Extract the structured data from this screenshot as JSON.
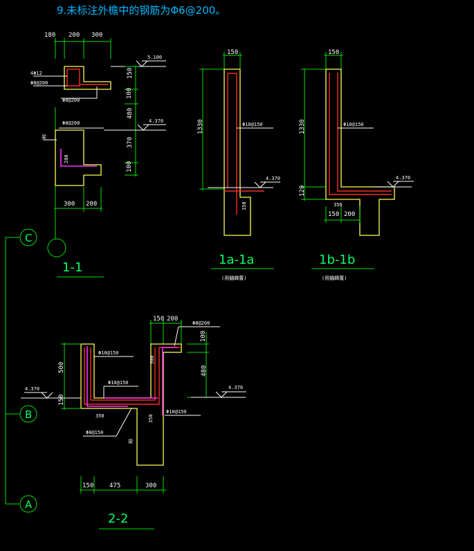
{
  "colors": {
    "background": "#000000",
    "outline": "#ffff55",
    "dimension": "#00e000",
    "rebar": "#ff2a2a",
    "stirrup": "#ff33ff",
    "note": "#00b7ff",
    "title": "#00ff66",
    "text": "#ffffff"
  },
  "note": "9.未标注外檐中的钢筋为Φ6@200。",
  "grid": {
    "c": "C",
    "b": "B",
    "a": "A"
  },
  "sec11": {
    "title": "1-1",
    "dims_top": [
      "180",
      "200",
      "300"
    ],
    "dims_bottom": [
      "300",
      "200"
    ],
    "dims_right": [
      "150",
      "100",
      "480",
      "370",
      "100"
    ],
    "elev_top": "5.100",
    "elev_mid": "4.370",
    "bar_top": "4Φ12",
    "bar_top2": "Φ8@200",
    "bar_mid": "Φ8@200",
    "bar_low": "Φ8@200",
    "dim_200": "200",
    "side_mark": "梁"
  },
  "sec1a": {
    "title": "1a-1a",
    "subtitle": "(用錨韓置)",
    "dim_top": "150",
    "dim_height": "1330",
    "bar": "Φ10@150",
    "elev": "4.370",
    "dim_350": "350"
  },
  "sec1b": {
    "title": "1b-1b",
    "subtitle": "(用錨韓置)",
    "dim_top": "150",
    "dim_height": "1330",
    "dim_120": "120",
    "bar": "Φ10@150",
    "elev": "4.370",
    "dim_350": "350",
    "dim_150": "150",
    "dim_200": "200"
  },
  "sec22": {
    "title": "2-2",
    "dims_top": [
      "150",
      "200"
    ],
    "bar_top": "Φ8@200",
    "dim_100": "100",
    "dim_300": "300",
    "dim_480": "480",
    "dim_500": "500",
    "dim_150": "150",
    "elev_left": "4.370",
    "elev_right": "4.370",
    "bar_1": "Φ10@150",
    "bar_2": "Φ10@150",
    "bar_3": "Φ10@150",
    "bar_4": "Φ8@150",
    "dim_350a": "350",
    "dim_350b": "350",
    "dims_bottom": [
      "150",
      "475",
      "300"
    ],
    "side_mark": "梁"
  }
}
